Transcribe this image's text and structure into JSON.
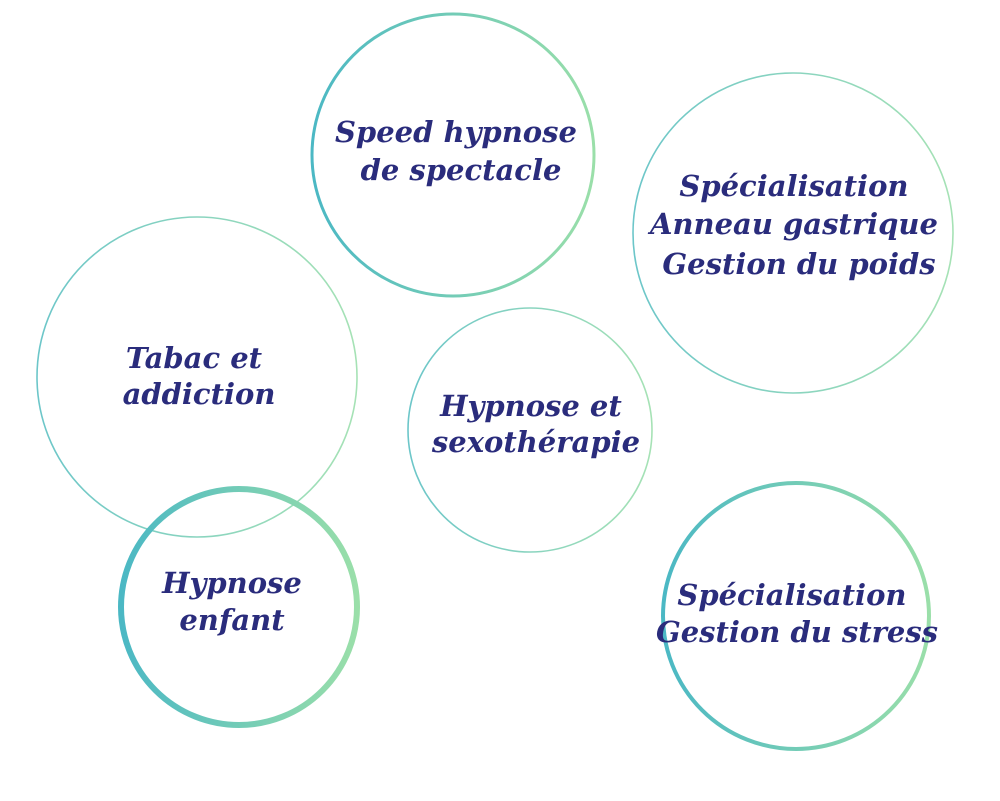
{
  "colors": {
    "text": "#2a2c7c",
    "ring_start": "#4bb8c4",
    "ring_end": "#9adfa9"
  },
  "bubbles": [
    {
      "id": "speed-hypnose",
      "lines": [
        "Speed hypnose",
        "de spectacle"
      ]
    },
    {
      "id": "specialisation-anneau",
      "lines": [
        "Spécialisation",
        "Anneau gastrique",
        "Gestion du poids"
      ]
    },
    {
      "id": "tabac-addiction",
      "lines": [
        "Tabac et",
        "addiction"
      ]
    },
    {
      "id": "hypnose-sexotherapie",
      "lines": [
        "Hypnose et",
        "sexothérapie"
      ]
    },
    {
      "id": "hypnose-enfant",
      "lines": [
        "Hypnose",
        "enfant"
      ]
    },
    {
      "id": "specialisation-stress",
      "lines": [
        "Spécialisation",
        "Gestion du stress"
      ]
    }
  ]
}
